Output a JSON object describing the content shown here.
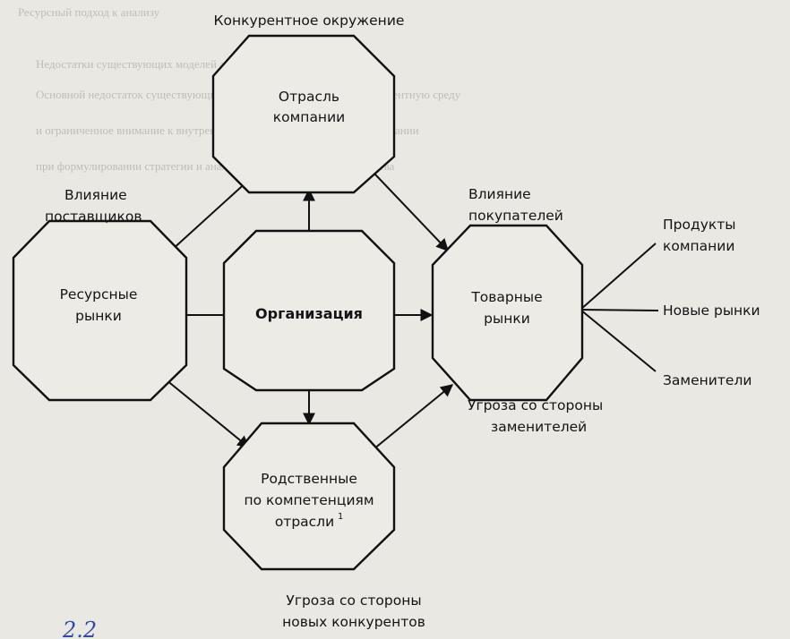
{
  "background_page": {
    "lines": [
      "Ресурсный подход к анализу",
      "Недостатки существующих моделей анализа",
      "Основной недостаток существующих моделей — ориентация на конкурентную среду",
      "и ограниченное внимание к внутренним ресурсам и компетенциям компании",
      "при формулировании стратегии и анализе конкурентного преимущества"
    ]
  },
  "diagram": {
    "top_caption": "Конкурентное окружение",
    "nodes": {
      "industry": [
        "Отрасль",
        "компании"
      ],
      "organization": [
        "Организация"
      ],
      "resource_markets": [
        "Ресурсные",
        "рынки"
      ],
      "product_markets": [
        "Товарные",
        "рынки"
      ],
      "related_industries": [
        "Родственные",
        "по компетенциям",
        "отрасли"
      ]
    },
    "footnote_mark": "1",
    "influences": {
      "suppliers": [
        "Влияние",
        "поставщиков"
      ],
      "buyers": [
        "Влияние",
        "покупателей"
      ],
      "substitutes_threat": [
        "Угроза со стороны",
        "заменителей"
      ],
      "new_entrants_threat": [
        "Угроза со стороны",
        "новых конкурентов"
      ]
    },
    "outputs": [
      [
        "Продукты",
        "компании"
      ],
      [
        "Новые рынки"
      ],
      [
        "Заменители"
      ]
    ]
  },
  "handwriting": "2.2",
  "colors": {
    "paper": "#e9e8e3",
    "ink": "#141414",
    "handwriting": "#2f4aa8"
  }
}
